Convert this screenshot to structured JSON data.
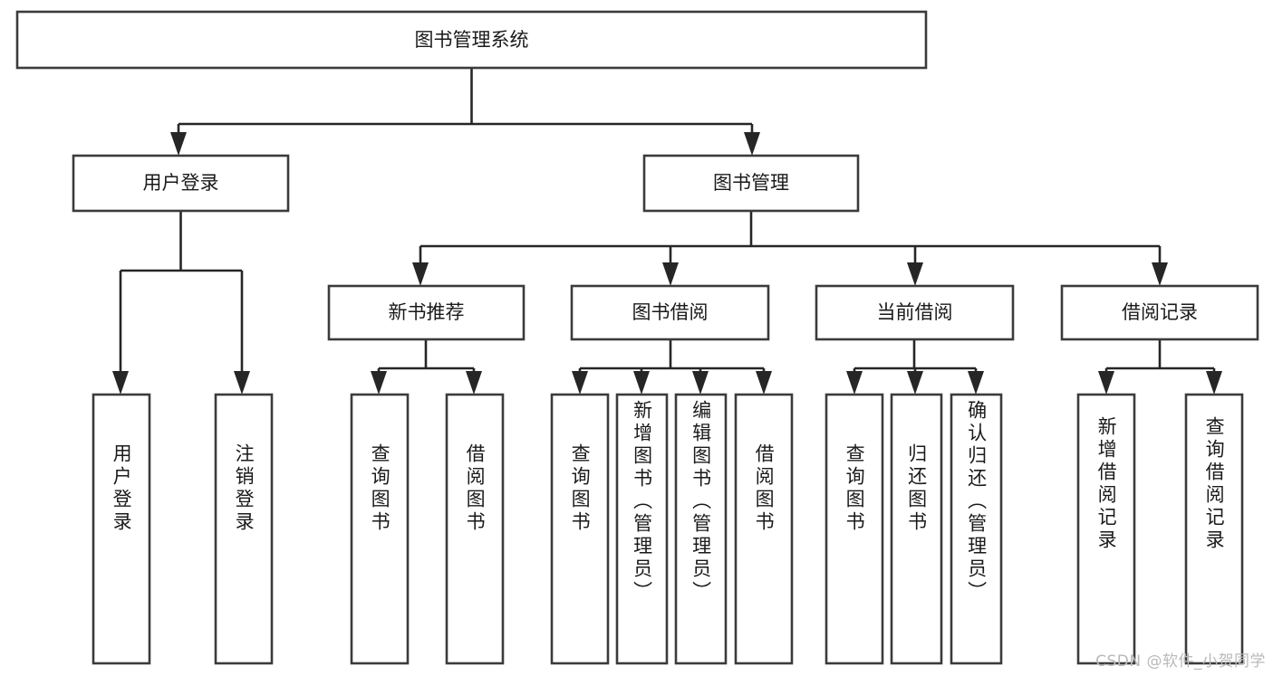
{
  "diagram": {
    "type": "tree-hierarchy-chart",
    "title": "图书管理系统",
    "orientation": "top-down",
    "colors": {
      "box_stroke": "#3b3b3b",
      "box_fill": "#ffffff",
      "connector": "#262626",
      "text": "#1a1a1a",
      "background": "#ffffff",
      "watermark": "#b9b9b9"
    },
    "levels": {
      "level1": [
        {
          "id": "root",
          "label": "图书管理系统"
        }
      ],
      "level2": [
        {
          "id": "user-login",
          "label": "用户登录",
          "parent": "root"
        },
        {
          "id": "book-management",
          "label": "图书管理",
          "parent": "root"
        }
      ],
      "level3": [
        {
          "id": "new-book-recommend",
          "label": "新书推荐",
          "parent": "book-management"
        },
        {
          "id": "book-borrow",
          "label": "图书借阅",
          "parent": "book-management"
        },
        {
          "id": "current-borrow",
          "label": "当前借阅",
          "parent": "book-management"
        },
        {
          "id": "borrow-record",
          "label": "借阅记录",
          "parent": "book-management"
        }
      ],
      "leaves": [
        {
          "id": "leaf-user-login",
          "label": "用户登录",
          "parent": "user-login"
        },
        {
          "id": "leaf-logout",
          "label": "注销登录",
          "parent": "user-login"
        },
        {
          "id": "leaf-query-book-1",
          "label": "查询图书",
          "parent": "new-book-recommend"
        },
        {
          "id": "leaf-borrow-book-1",
          "label": "借阅图书",
          "parent": "new-book-recommend"
        },
        {
          "id": "leaf-query-book-2",
          "label": "查询图书",
          "parent": "book-borrow"
        },
        {
          "id": "leaf-add-book",
          "label": "新增图书（管理员）",
          "parent": "book-borrow"
        },
        {
          "id": "leaf-edit-book",
          "label": "编辑图书（管理员）",
          "parent": "book-borrow"
        },
        {
          "id": "leaf-borrow-book-2",
          "label": "借阅图书",
          "parent": "book-borrow"
        },
        {
          "id": "leaf-query-book-3",
          "label": "查询图书",
          "parent": "current-borrow"
        },
        {
          "id": "leaf-return-book",
          "label": "归还图书",
          "parent": "current-borrow"
        },
        {
          "id": "leaf-confirm-return",
          "label": "确认归还（管理员）",
          "parent": "current-borrow"
        },
        {
          "id": "leaf-add-record",
          "label": "新增借阅记录",
          "parent": "borrow-record"
        },
        {
          "id": "leaf-query-record",
          "label": "查询借阅记录",
          "parent": "borrow-record"
        }
      ]
    }
  },
  "watermark": {
    "text": "CSDN @软件_小贺同学"
  }
}
